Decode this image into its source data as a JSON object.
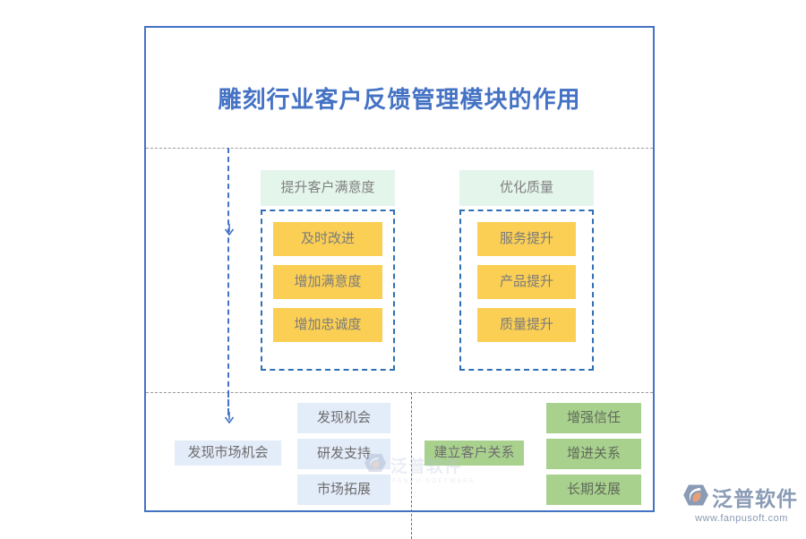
{
  "page": {
    "title": "雕刻行业客户反馈管理模块的作用",
    "accent_blue": "#4472c4",
    "chip_yellow": "#fbcf54",
    "chip_blue": "#e3ecf9",
    "chip_green": "#a9d18e",
    "header_green": "#e4f5ec"
  },
  "middle_band": {
    "groups": [
      {
        "header": "提升客户满意度",
        "items": [
          "及时改进",
          "增加满意度",
          "增加忠诚度"
        ]
      },
      {
        "header": "优化质量",
        "items": [
          "服务提升",
          "产品提升",
          "质量提升"
        ]
      }
    ]
  },
  "bottom_band": {
    "lanes": [
      {
        "label": "发现市场机会",
        "items": [
          "发现机会",
          "研发支持",
          "市场拓展"
        ]
      },
      {
        "label": "建立客户关系",
        "items": [
          "增强信任",
          "增进关系",
          "长期发展"
        ]
      }
    ]
  },
  "watermark": {
    "name": "泛普软件",
    "subtitle": "FANPU SOFTWARE"
  },
  "brand": {
    "name": "泛普软件",
    "url": "www.fanpusoft.com"
  }
}
